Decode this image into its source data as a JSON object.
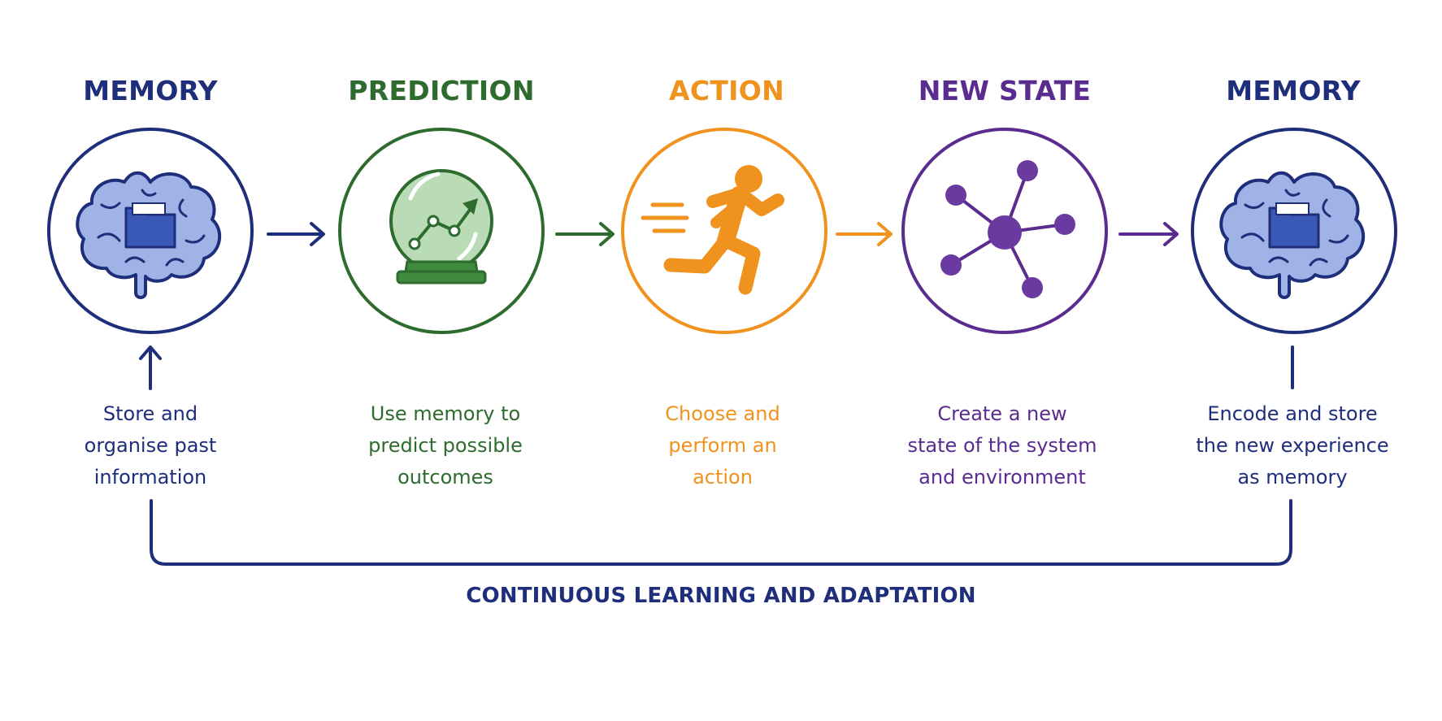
{
  "colors": {
    "memory": "#1e2e7a",
    "prediction": "#2e6b2e",
    "action": "#f0921e",
    "new_state": "#5b2c8f",
    "brain_fill": "#9fb3e6",
    "folder": "#3a58b5"
  },
  "stages": [
    {
      "title": "MEMORY",
      "icon": "brain-folder-icon",
      "lines": [
        "Store and",
        "organise past",
        "information"
      ]
    },
    {
      "title": "PREDICTION",
      "icon": "crystal-ball-icon",
      "lines": [
        "Use memory to",
        "predict possible",
        "outcomes"
      ]
    },
    {
      "title": "ACTION",
      "icon": "running-person-icon",
      "lines": [
        "Choose and",
        "perform an",
        "action"
      ]
    },
    {
      "title": "NEW STATE",
      "icon": "network-node-icon",
      "lines": [
        "Create a new",
        "state of the system",
        "and environment"
      ]
    },
    {
      "title": "MEMORY",
      "icon": "brain-folder-icon",
      "lines": [
        "Encode and store",
        "the new experience",
        "as memory"
      ]
    }
  ],
  "footer": {
    "label": "CONTINUOUS LEARNING AND ADAPTATION"
  }
}
